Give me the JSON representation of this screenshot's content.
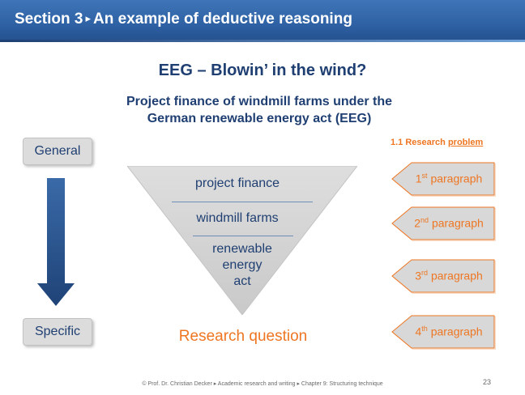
{
  "header": {
    "section": "Section 3",
    "separator": "▸",
    "title": "An example of deductive reasoning"
  },
  "slide": {
    "title": "EEG – Blowin’ in the wind?",
    "subtitle_line1": "Project finance of windmill farms under the",
    "subtitle_line2": "German renewable energy act (EEG)"
  },
  "scale": {
    "general": "General",
    "specific": "Specific"
  },
  "funnel": {
    "level1": "project finance",
    "level2": "windmill farms",
    "level3_line1": "renewable",
    "level3_line2": "energy",
    "level3_line3": "act",
    "result": "Research question"
  },
  "research_problem": {
    "prefix": "1.1 Research ",
    "emphasis": "problem"
  },
  "paragraphs": [
    {
      "number": "1",
      "suffix": "st",
      "word": "paragraph"
    },
    {
      "number": "2",
      "suffix": "nd",
      "word": "paragraph"
    },
    {
      "number": "3",
      "suffix": "rd",
      "word": "paragraph"
    },
    {
      "number": "4",
      "suffix": "th",
      "word": "paragraph"
    }
  ],
  "footer": {
    "text": "© Prof. Dr. Christian Decker ▸ Academic research and writing ▸ Chapter 9: Structuring technique",
    "page": "23"
  },
  "colors": {
    "header_blue": "#2f63a6",
    "title_navy": "#1f3f72",
    "accent_orange": "#ee7622",
    "funnel_grey": "#d4d4d4"
  }
}
